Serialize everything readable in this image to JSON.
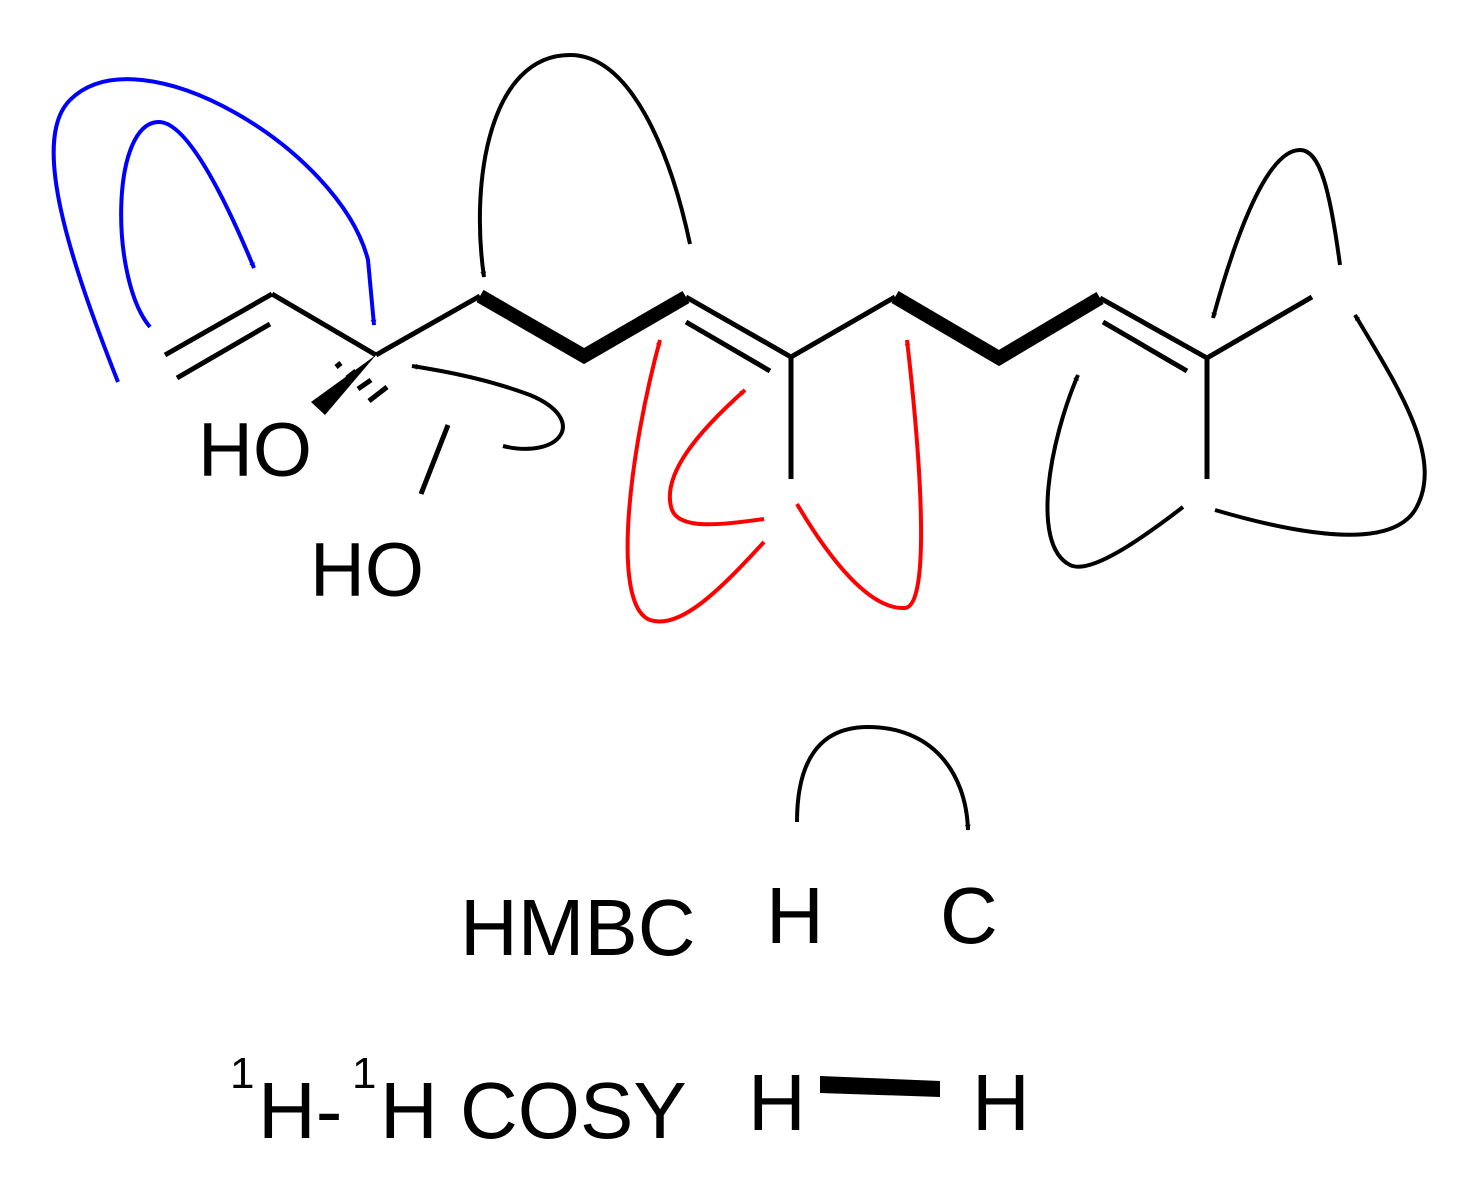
{
  "molecule": {
    "atom_labels": {
      "oh_left": "HO",
      "oh_bottom": "HO"
    }
  },
  "legend": {
    "hmbc": {
      "label": "HMBC",
      "from": "H",
      "to": "C"
    },
    "cosy": {
      "label_sup1": "1",
      "label_h1": "H-",
      "label_sup2": "1",
      "label_h2": "H COSY",
      "from": "H",
      "to": "H"
    }
  },
  "colors": {
    "hmbc_blue": "#0000ff",
    "hmbc_red": "#ff0000",
    "hmbc_black": "#000000",
    "bond": "#000000"
  }
}
